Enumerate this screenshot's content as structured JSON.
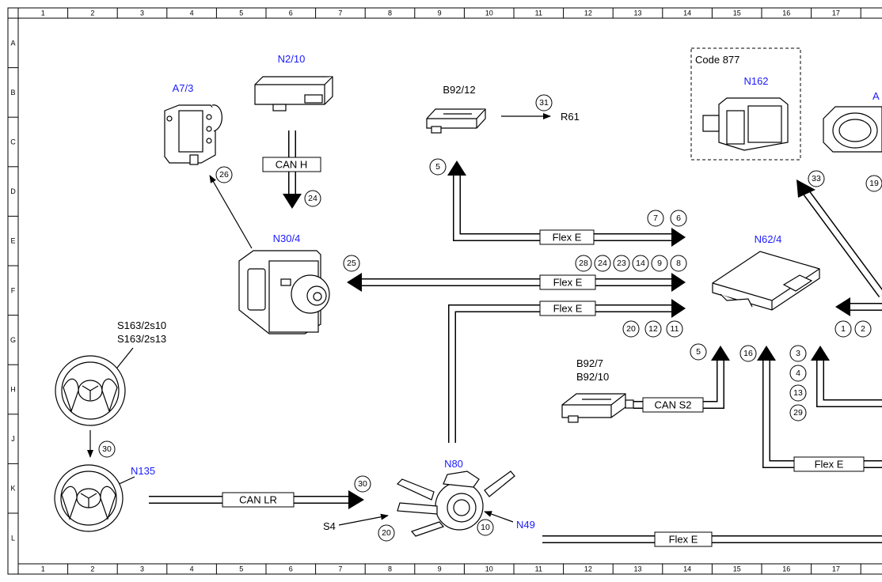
{
  "rulers": {
    "columns": [
      "1",
      "2",
      "3",
      "4",
      "5",
      "6",
      "7",
      "8",
      "9",
      "10",
      "11",
      "12",
      "13",
      "14",
      "15",
      "16",
      "17"
    ],
    "rows": [
      "A",
      "B",
      "C",
      "D",
      "E",
      "F",
      "G",
      "H",
      "J",
      "K",
      "L"
    ]
  },
  "components": {
    "n2_10": "N2/10",
    "a7_3": "A7/3",
    "b92_12": "B92/12",
    "r61": "R61",
    "code_877": "Code 877",
    "n162": "N162",
    "n30_4": "N30/4",
    "n62_4": "N62/4",
    "s163_a": "S163/2s10",
    "s163_b": "S163/2s13",
    "b92_7": "B92/7",
    "b92_10": "B92/10",
    "n135": "N135",
    "n80": "N80",
    "s4": "S4",
    "n49": "N49",
    "edge_a": "A",
    "edge_19": "19"
  },
  "buses": {
    "can_h": "CAN H",
    "flex_e_top": "Flex E",
    "flex_e_mid": "Flex E",
    "flex_e_low": "Flex E",
    "can_s2": "CAN S2",
    "can_lr": "CAN LR",
    "flex_e_right": "Flex E",
    "flex_e_bottom": "Flex E"
  },
  "callouts": {
    "c26": "26",
    "c24": "24",
    "c31": "31",
    "c5a": "5",
    "c7": "7",
    "c6": "6",
    "c28": "28",
    "c24b": "24",
    "c23": "23",
    "c14": "14",
    "c9": "9",
    "c8": "8",
    "c25": "25",
    "c20a": "20",
    "c12": "12",
    "c11": "11",
    "c33": "33",
    "c1": "1",
    "c2": "2",
    "c5b": "5",
    "c16": "16",
    "c3": "3",
    "c4": "4",
    "c13": "13",
    "c29": "29",
    "c30a": "30",
    "c30b": "30",
    "c20b": "20",
    "c10": "10"
  }
}
